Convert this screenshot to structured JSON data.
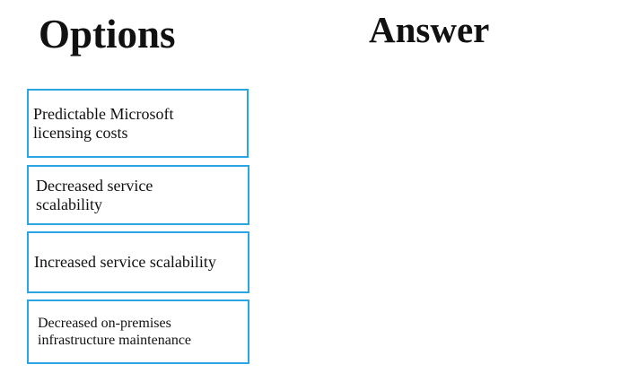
{
  "headings": {
    "options": "Options",
    "answer": "Answer"
  },
  "options": [
    {
      "label": "Predictable Microsoft licensing costs"
    },
    {
      "label": "Decreased service scalability"
    },
    {
      "label": "Increased service scalability"
    },
    {
      "label": "Decreased on-premises infrastructure maintenance"
    }
  ],
  "colors": {
    "box_border": "#2aa6e3",
    "text": "#111111",
    "background": "#ffffff"
  }
}
